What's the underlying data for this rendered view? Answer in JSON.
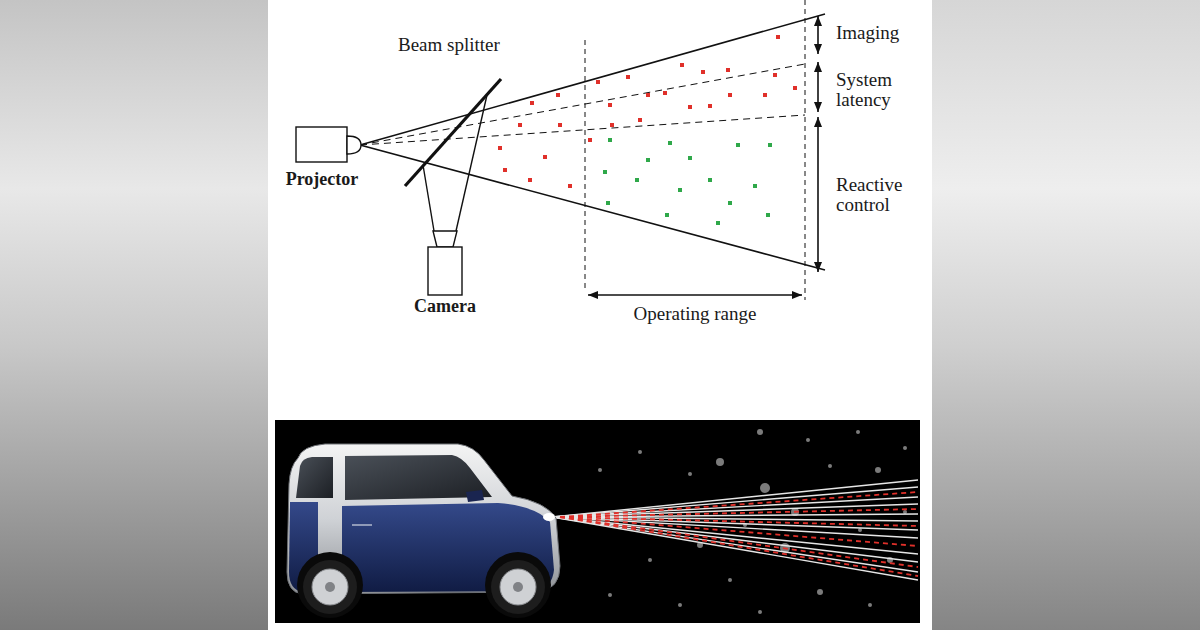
{
  "diagram": {
    "nodes": [
      {
        "text": [
          "Projector"
        ]
      },
      {
        "text": [
          "Camera"
        ]
      }
    ],
    "labels": [
      "Beam splitter",
      "Operating range",
      "Imaging",
      "System latency",
      "Reactive control"
    ]
  }
}
